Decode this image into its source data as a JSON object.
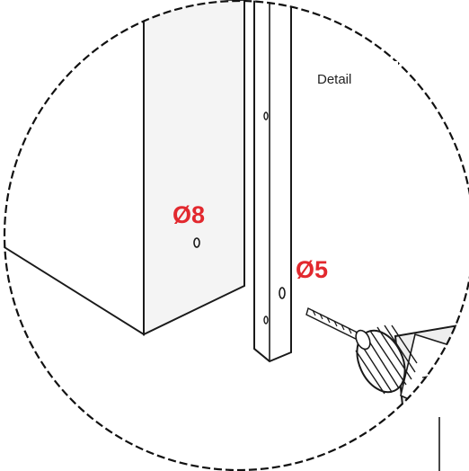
{
  "detail_label": "Detail",
  "dimensions": {
    "hole_large": "Ø8",
    "hole_small": "Ø5"
  },
  "colors": {
    "dimension_text": "#e2282e",
    "line": "#1a1a1a",
    "shading": "#f1f1f1",
    "background": "#ffffff"
  },
  "icons": [
    "dashed-circle-frame",
    "cabinet-panel",
    "vertical-rail",
    "drill-bit",
    "power-drill"
  ]
}
